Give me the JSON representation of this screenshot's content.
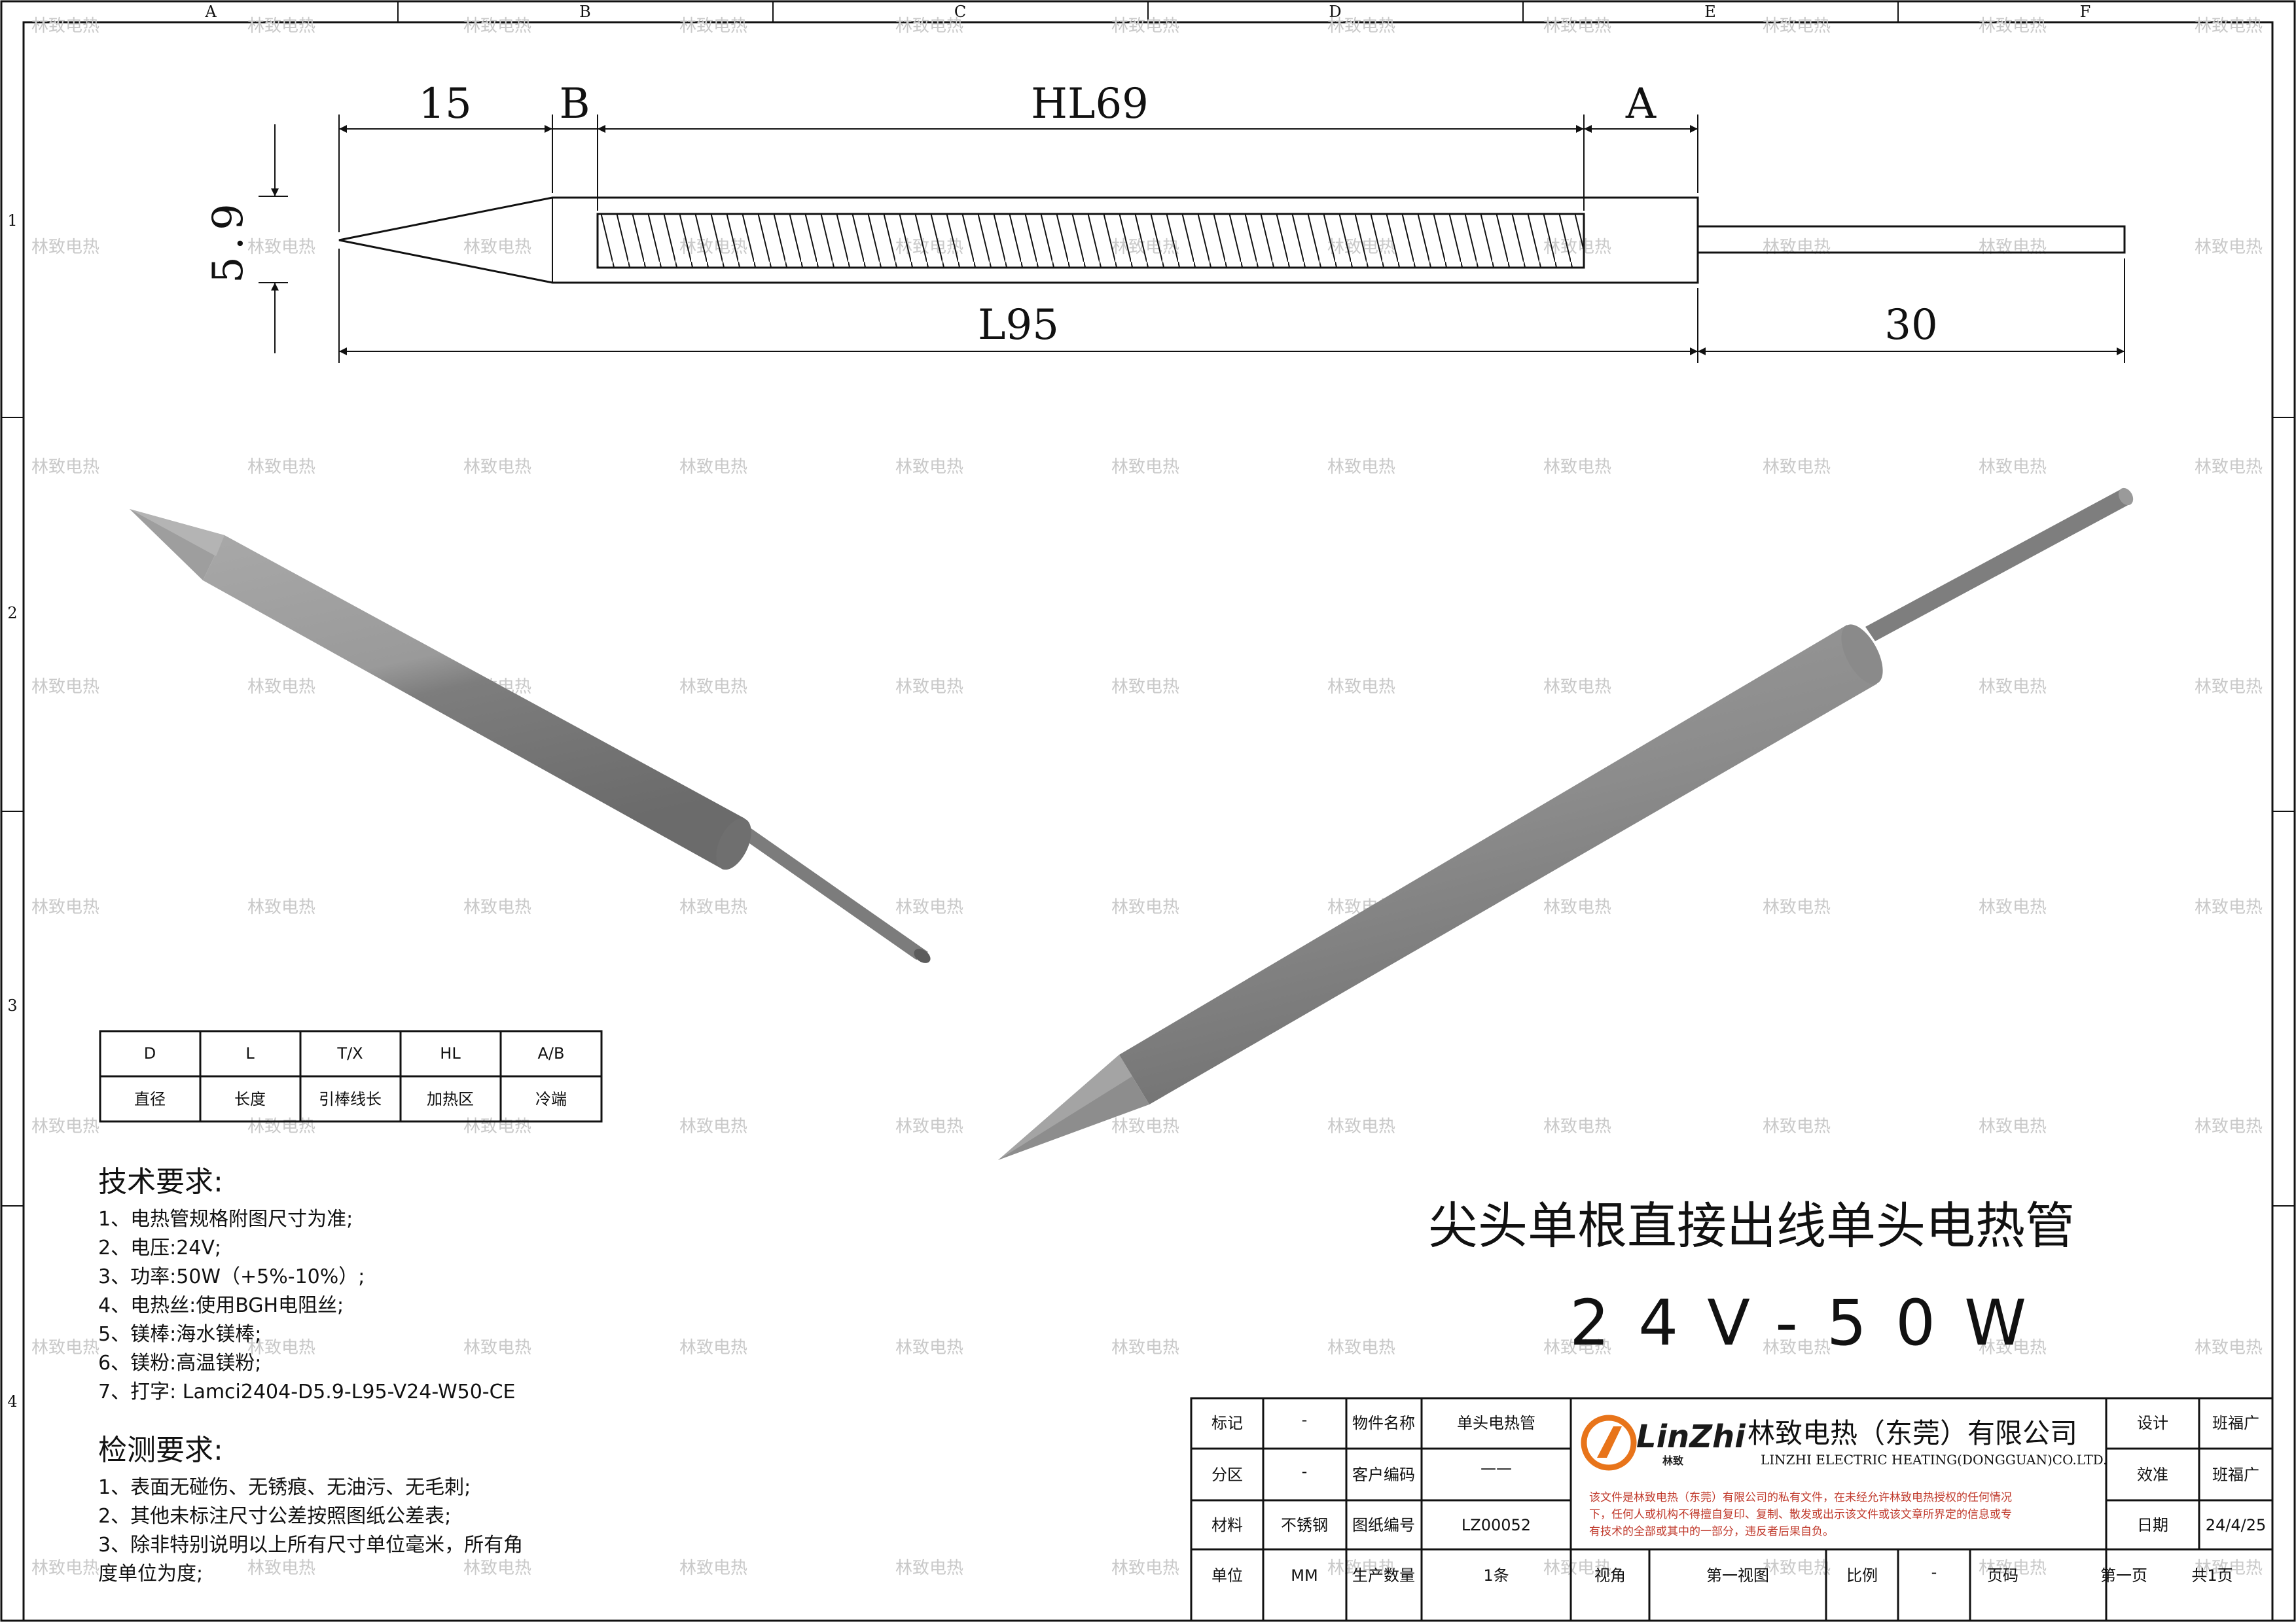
{
  "zone_columns": [
    "A",
    "B",
    "C",
    "D",
    "E",
    "F"
  ],
  "zone_rows": [
    "1",
    "2",
    "3",
    "4"
  ],
  "watermark": "林致电热",
  "dimensions": {
    "tip": "15",
    "gap_b": "B",
    "heating": "HL69",
    "cold": "A",
    "diameter": "5.9",
    "length": "L95",
    "lead": "30"
  },
  "legend_table": {
    "headers": [
      "D",
      "L",
      "T/X",
      "HL",
      "A/B"
    ],
    "values": [
      "直径",
      "长度",
      "引棒线长",
      "加热区",
      "冷端"
    ]
  },
  "tech_requirements": {
    "title": "技术要求:",
    "items": [
      "1、电热管规格附图尺寸为准;",
      "2、电压:24V;",
      "3、功率:50W（+5%-10%）;",
      "4、电热丝:使用BGH电阻丝;",
      "5、镁棒:海水镁棒;",
      "6、镁粉:高温镁粉;",
      "7、打字: Lamci2404-D5.9-L95-V24-W50-CE"
    ]
  },
  "inspection_requirements": {
    "title": "检测要求:",
    "items": [
      "1、表面无碰伤、无锈痕、无油污、无毛刺;",
      "2、其他未标注尺寸公差按照图纸公差表;",
      "3、除非特别说明以上所有尺寸单位毫米，所有角",
      "度单位为度;"
    ]
  },
  "product_title": "尖头单根直接出线单头电热管",
  "product_spec": "24V-50W",
  "title_block": {
    "rows": [
      {
        "label": "标记",
        "value": "-",
        "label2": "物件名称",
        "value2": "单头电热管"
      },
      {
        "label": "分区",
        "value": "-",
        "label2": "客户编码",
        "value2": "——"
      },
      {
        "label": "材料",
        "value": "不锈钢",
        "label2": "图纸编号",
        "value2": "LZ00052"
      },
      {
        "label": "单位",
        "value": "MM",
        "label2": "生产数量",
        "value2": "1条"
      }
    ],
    "view_label": "视角",
    "view_value": "第一视图",
    "scale_label": "比例",
    "scale_value": "-",
    "page_label": "页码",
    "page_value": "第一页",
    "page_total": "共1页",
    "logo_text": "LinZhi",
    "logo_sub": "林致",
    "company_cn": "林致电热（东莞）有限公司",
    "company_en": "LINZHI ELECTRIC HEATING(DONGGUAN)CO.LTD.",
    "notice": [
      "该文件是林致电热（东莞）有限公司的私有文件，在未经允许林致电热授权的任何情况",
      "下，任何人或机构不得擅自复印、复制、散发或出示该文件或该文章所界定的信息或专",
      "有技术的全部或其中的一部分，违反者后果自负。"
    ],
    "sign": [
      {
        "label": "设计",
        "value": "班福广"
      },
      {
        "label": "效准",
        "value": "班福广"
      },
      {
        "label": "日期",
        "value": "24/4/25"
      }
    ]
  },
  "colors": {
    "line": "#111111",
    "watermark": "#c9c9c9",
    "logo_orange": "#e8741a",
    "notice_red": "#c0392b",
    "metal": "#8f8f8f"
  }
}
